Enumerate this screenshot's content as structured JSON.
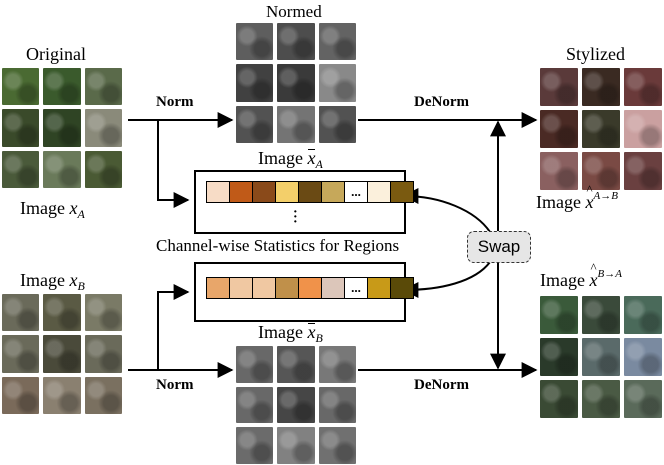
{
  "labels": {
    "normed": "Normed",
    "original": "Original",
    "stylized": "Stylized",
    "norm": "Norm",
    "denorm": "DeNorm",
    "channel_stats": "Channel-wise Statistics for Regions",
    "swap": "Swap",
    "image": "Image",
    "dots": "..."
  },
  "math": {
    "x_a_base": "x",
    "x_a_sub": "A",
    "x_b_base": "x",
    "x_b_sub": "B",
    "xbar_a_base": "x",
    "xbar_a_sub": "A",
    "xbar_b_base": "x",
    "xbar_b_sub": "B",
    "xhat_ab_base": "x",
    "xhat_ab_sup": "A→B",
    "xhat_ba_base": "x",
    "xhat_ba_sup": "B→A"
  },
  "stats_colors": {
    "a": [
      "#f7dcc6",
      "#c05a18",
      "#8a4a1a",
      "#f3cf6a",
      "#6a4a14",
      "#c6a85a",
      "dots",
      "#fbf0dc",
      "#7a5a10"
    ],
    "b": [
      "#e8a66a",
      "#f0c8a2",
      "#f0c8a2",
      "#c0904a",
      "#f0924a",
      "#dcc6ba",
      "dots",
      "#c89a18",
      "#5a4a08"
    ]
  },
  "tile_colors": {
    "original_a": [
      "#4a6a32",
      "#3a5a2c",
      "#5a6a4a",
      "#3a4a2a",
      "#2f4424",
      "#8a8a7a",
      "#4a5a3a",
      "#6a7a5a",
      "#4a5a34"
    ],
    "stylized_ab": [
      "#5a3a3a",
      "#3a2a22",
      "#6a3a3a",
      "#4a2a24",
      "#3a3a2a",
      "#caa0a0",
      "#8a6060",
      "#7a4a44",
      "#6a4040"
    ],
    "original_b": [
      "#6a6a5a",
      "#5a5a44",
      "#7a7a66",
      "#6a6a5a",
      "#4a4a3a",
      "#6a6a5a",
      "#7a6a5a",
      "#8a8070",
      "#7a7060"
    ],
    "stylized_ba": [
      "#3a5a3a",
      "#3a4a3a",
      "#4a6a5a",
      "#2a3a2a",
      "#5a6a6a",
      "#7a8aa0",
      "#3a4a34",
      "#4a5a44",
      "#5a6a5a"
    ]
  }
}
